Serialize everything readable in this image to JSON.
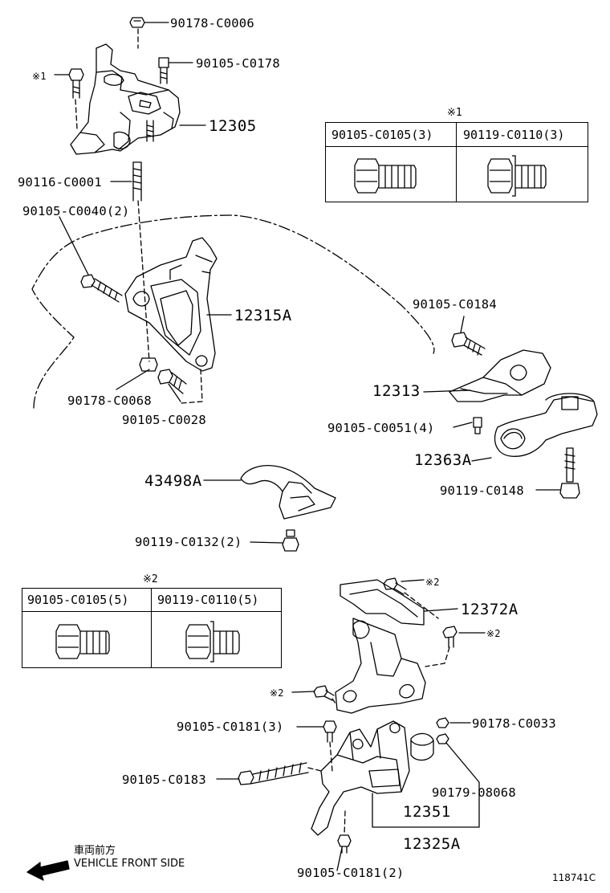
{
  "labels": {
    "p1": "90178-C0006",
    "p2": "90105-C0178",
    "m1": "※1",
    "p3": "12305",
    "p4": "90116-C0001",
    "p5": "90105-C0040(2)",
    "p6": "12315A",
    "p7": "90178-C0068",
    "p8": "90105-C0028",
    "p9": "90105-C0184",
    "p10": "12313",
    "p11": "90105-C0051(4)",
    "p12": "12363A",
    "p13": "90119-C0148",
    "p14": "43498A",
    "p15": "90119-C0132(2)",
    "p16": "12372A",
    "m2a": "※2",
    "m2b": "※2",
    "m2c": "※2",
    "p17": "90105-C0181(3)",
    "p18": "90178-C0033",
    "p19": "90105-C0183",
    "p20": "90179-08068",
    "p21": "12351",
    "p22": "12325A",
    "p23": "90105-C0181(2)"
  },
  "table1": {
    "caption": "※1",
    "col1": "90105-C0105(3)",
    "col2": "90119-C0110(3)"
  },
  "table2": {
    "caption": "※2",
    "col1": "90105-C0105(5)",
    "col2": "90119-C0110(5)"
  },
  "footer": {
    "jp": "車両前方",
    "en": "VEHICLE FRONT SIDE",
    "code": "118741C"
  }
}
